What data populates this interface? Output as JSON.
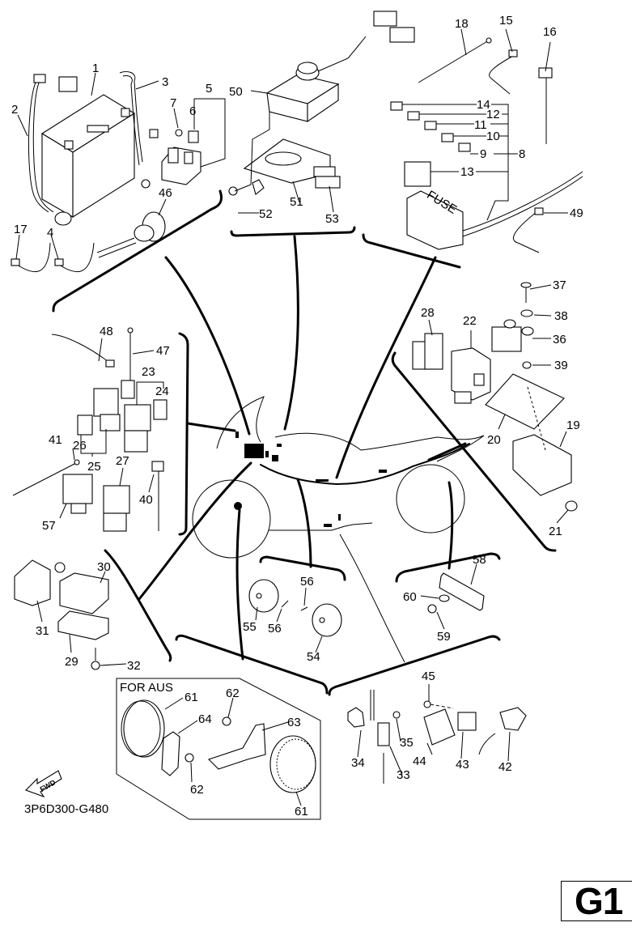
{
  "diagram": {
    "type": "exploded-parts-diagram",
    "catalog_code": "3P6D300-G480",
    "page_id": "G1",
    "direction_marker": "FWD",
    "variant_box_label": "FOR AUS",
    "groups": {
      "battery_group": [
        "1",
        "2",
        "3",
        "4",
        "5",
        "6",
        "7",
        "17",
        "46"
      ],
      "ecu_bracket_group": [
        "50",
        "51",
        "52",
        "53"
      ],
      "fuse_group": [
        "8",
        "9",
        "10",
        "11",
        "12",
        "13",
        "14",
        "15",
        "16",
        "18",
        "49"
      ],
      "relay_group": [
        "23",
        "24",
        "25",
        "26",
        "27",
        "40",
        "41",
        "47",
        "48",
        "57"
      ],
      "igniter_group": [
        "19",
        "20",
        "21",
        "22",
        "28",
        "36",
        "37",
        "38",
        "39"
      ],
      "regulator_group": [
        "29",
        "30",
        "31",
        "32"
      ],
      "horn_group": [
        "54",
        "55",
        "56"
      ],
      "reflector_group": [
        "58",
        "59",
        "60"
      ],
      "switch_group": [
        "33",
        "34",
        "35",
        "42",
        "43",
        "44",
        "45"
      ],
      "aus_reflector_group": [
        "61",
        "62",
        "63",
        "64"
      ]
    },
    "callouts": {
      "c1": "1",
      "c2": "2",
      "c3": "3",
      "c4": "4",
      "c5": "5",
      "c6": "6",
      "c7": "7",
      "c8": "8",
      "c9": "9",
      "c10": "10",
      "c11": "11",
      "c12": "12",
      "c13": "13",
      "c14": "14",
      "c15": "15",
      "c16": "16",
      "c17": "17",
      "c18": "18",
      "c19": "19",
      "c20": "20",
      "c21": "21",
      "c22": "22",
      "c23": "23",
      "c24": "24",
      "c25": "25",
      "c26": "26",
      "c27": "27",
      "c28": "28",
      "c29": "29",
      "c30": "30",
      "c31": "31",
      "c32": "32",
      "c33": "33",
      "c34": "34",
      "c35": "35",
      "c36": "36",
      "c37": "37",
      "c38": "38",
      "c39": "39",
      "c40": "40",
      "c41": "41",
      "c42": "42",
      "c43": "43",
      "c44": "44",
      "c45": "45",
      "c46": "46",
      "c47": "47",
      "c48": "48",
      "c49": "49",
      "c50": "50",
      "c51": "51",
      "c52": "52",
      "c53": "53",
      "c54": "54",
      "c55": "55",
      "c56a": "56",
      "c56b": "56",
      "c57": "57",
      "c58": "58",
      "c59": "59",
      "c60": "60",
      "c61a": "61",
      "c61b": "61",
      "c62a": "62",
      "c62b": "62",
      "c63": "63",
      "c64": "64"
    },
    "fuse_box_text": "FUSE"
  }
}
